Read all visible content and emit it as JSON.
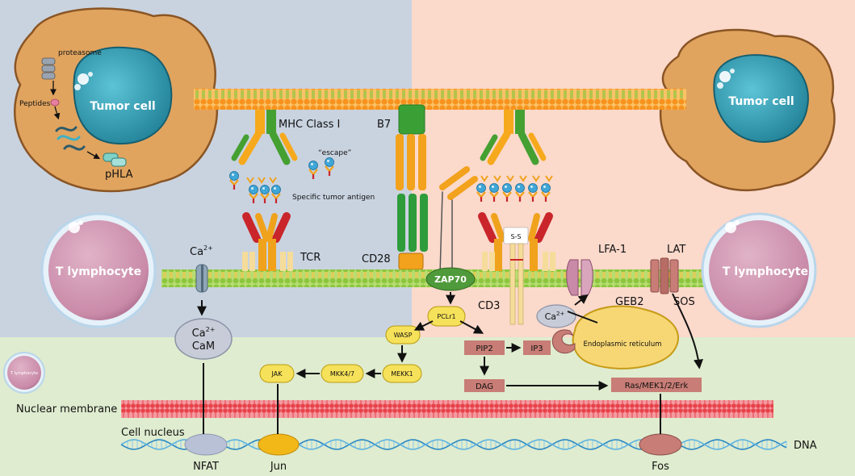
{
  "colors": {
    "left_background": "#c9d3e0",
    "right_background": "#fbd9cb",
    "nucleus_background": "#dfeccf",
    "membrane_green": "#8cc63f",
    "membrane_orange": "#f7931e",
    "nuclear_membrane": "#e8424a",
    "tumor_cytoplasm": "#e0a45f",
    "tumor_nucleus": "#2f9fb5",
    "lymphocyte": "#c98aa8",
    "node_fill": "#c87d76",
    "enzyme_fill": "#f6e15a",
    "er_fill": "#f7d774"
  },
  "labels": {
    "proteasome": "proteasome",
    "peptides": "Peptides",
    "tumor_cell_left": "Tumor cell",
    "tumor_cell_right": "Tumor cell",
    "phla": "pHLA",
    "mhc": "MHC Class Ⅰ",
    "b7": "B7",
    "escape": "“escape”",
    "specific_antigen": "Specific tumor antigen",
    "t_lymphocyte_left": "T lymphocyte",
    "t_lymphocyte_right": "T lymphocyte",
    "t_lymphocyte_small": "T lymphocyte",
    "ca_channel": "Ca",
    "ca_sup": "2+",
    "tcr": "TCR",
    "cd28": "CD28",
    "zap70": "ZAP70",
    "ss": "S-S",
    "lfa1": "LFA-1",
    "lat": "LAT",
    "geb2": "GEB2",
    "sos": "SOS",
    "cd3": "CD3",
    "cam_ca": "Ca",
    "cam_sup": "2+",
    "cam": "CaM",
    "plcr1": "PCLr1",
    "ca_er": "Ca",
    "ca_er_sup": "2+",
    "wasp": "WASP",
    "pip2": "PIP2",
    "ip3": "IP3",
    "er": "Endoplasmic reticulum",
    "mekk1": "MEKK1",
    "mkk47": "MKK4/7",
    "jak": "JAK",
    "dag": "DAG",
    "ras": "Ras/MEK1/2/Erk",
    "nuclear_membrane": "Nuclear membrane",
    "cell_nucleus": "Cell nucleus",
    "dna": "DNA",
    "nfat": "NFAT",
    "jun": "Jun",
    "fos": "Fos"
  }
}
